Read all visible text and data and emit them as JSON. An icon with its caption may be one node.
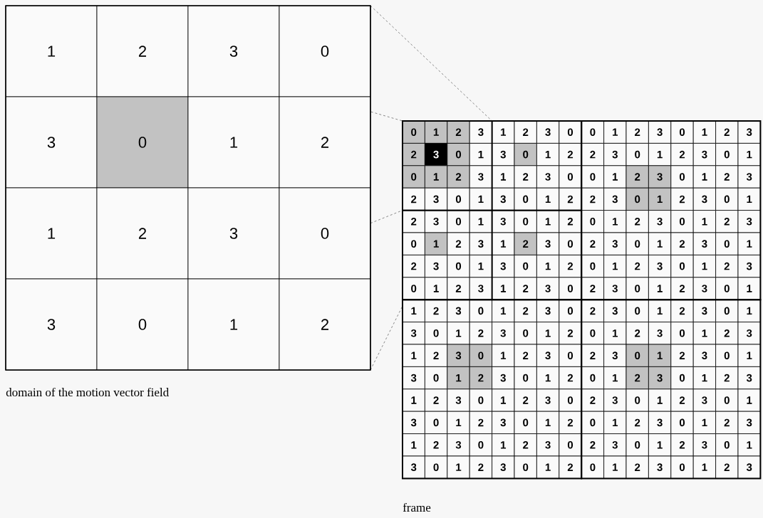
{
  "diagram": {
    "labels": [
      "1",
      "2",
      "3",
      "0",
      "3",
      "0",
      "1",
      "2",
      "1",
      "2",
      "3",
      "0",
      "3",
      "0",
      "1",
      "2",
      "domain of the motion vector field",
      "0",
      "1",
      "2",
      "3",
      "1",
      "2",
      "3",
      "0",
      "0",
      "1",
      "2",
      "3",
      "0",
      "1",
      "2",
      "3",
      "2",
      "3",
      "0",
      "1",
      "3",
      "0",
      "1",
      "2",
      "2",
      "3",
      "0",
      "1",
      "2",
      "3",
      "0",
      "1",
      "0",
      "1",
      "2",
      "3",
      "1",
      "2",
      "3",
      "0",
      "0",
      "1",
      "2",
      "3",
      "0",
      "1",
      "2",
      "3",
      "2",
      "3",
      "0",
      "1",
      "3",
      "0",
      "1",
      "2",
      "2",
      "3",
      "0",
      "1",
      "2",
      "3",
      "0",
      "1",
      "2",
      "3",
      "0",
      "1",
      "3",
      "0",
      "1",
      "2",
      "0",
      "1",
      "2",
      "3",
      "0",
      "1",
      "2",
      "3",
      "0",
      "1",
      "2",
      "3",
      "1",
      "2",
      "3",
      "0",
      "2",
      "3",
      "0",
      "1",
      "2",
      "3",
      "0",
      "1",
      "2",
      "3",
      "0",
      "1",
      "3",
      "0",
      "1",
      "2",
      "0",
      "1",
      "2",
      "3",
      "0",
      "1",
      "2",
      "3",
      "0",
      "1",
      "2",
      "3",
      "1",
      "2",
      "3",
      "0",
      "2",
      "3",
      "0",
      "1",
      "2",
      "3",
      "0",
      "1",
      "1",
      "2",
      "3",
      "0",
      "1",
      "2",
      "3",
      "0",
      "2",
      "3",
      "0",
      "1",
      "2",
      "3",
      "0",
      "1",
      "3",
      "0",
      "1",
      "2",
      "3",
      "0",
      "1",
      "2",
      "0",
      "1",
      "2",
      "3",
      "0",
      "1",
      "2",
      "3",
      "1",
      "2",
      "3",
      "0",
      "1",
      "2",
      "3",
      "0",
      "2",
      "3",
      "0",
      "1",
      "2",
      "3",
      "0",
      "1",
      "3",
      "0",
      "1",
      "2",
      "3",
      "0",
      "1",
      "2",
      "0",
      "1",
      "2",
      "3",
      "0",
      "1",
      "2",
      "3",
      "1",
      "2",
      "3",
      "0",
      "1",
      "2",
      "3",
      "0",
      "2",
      "3",
      "0",
      "1",
      "2",
      "3",
      "0",
      "1",
      "3",
      "0",
      "1",
      "2",
      "3",
      "0",
      "1",
      "2",
      "0",
      "1",
      "2",
      "3",
      "0",
      "1",
      "2",
      "3",
      "1",
      "2",
      "3",
      "0",
      "1",
      "2",
      "3",
      "0",
      "2",
      "3",
      "0",
      "1",
      "2",
      "3",
      "0",
      "1",
      "3",
      "0",
      "1",
      "2",
      "3",
      "0",
      "1",
      "2",
      "0",
      "1",
      "2",
      "3",
      "0",
      "1",
      "2",
      "3",
      "frame"
    ]
  }
}
